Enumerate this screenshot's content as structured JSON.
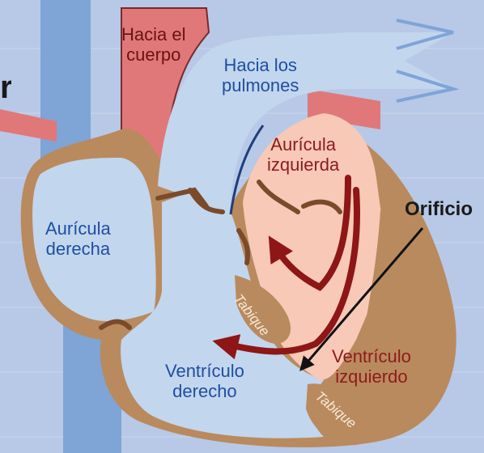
{
  "diagram": {
    "labels": {
      "to_body": "Hacia el\ncuerpo",
      "to_lungs": "Hacia los\npulmones",
      "left_atrium": "Aurícula\nizquierda",
      "right_atrium": "Aurícula\nderecha",
      "right_ventricle": "Ventrículo\nderecho",
      "left_ventricle": "Ventrículo\nizquierdo",
      "orifice": "Orificio",
      "septum_upper": "Tabique",
      "septum_lower": "Tabique",
      "edge_fragment": "r"
    },
    "colors": {
      "background_blue": "#b7c9e6",
      "deoxygenated": "#c2d6ee",
      "oxygenated": "#f7c9b6",
      "aorta": "#e0787a",
      "heart_wall": "#b98a5e",
      "flow_arrow": "#8e1616",
      "vein_blue": "#7fa4d6"
    }
  }
}
